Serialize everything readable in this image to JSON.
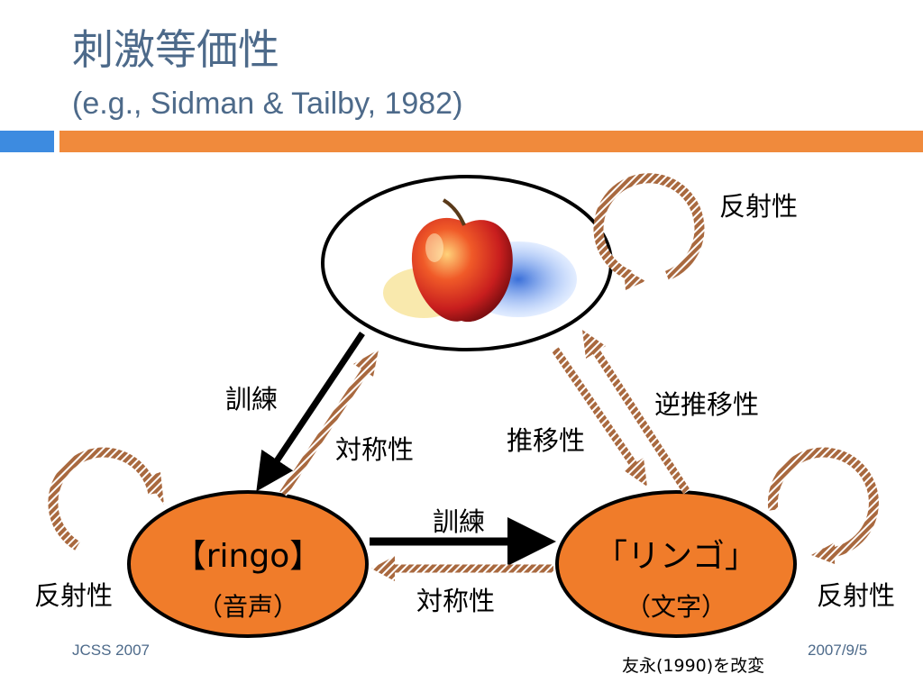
{
  "slide": {
    "title": "刺激等価性",
    "subtitle": "(e.g., Sidman & Tailby, 1982)"
  },
  "diagram": {
    "node_sound": {
      "main": "【ringo】",
      "sub": "（音声）"
    },
    "node_text": {
      "main": "「リンゴ」",
      "sub": "（文字）"
    },
    "labels": {
      "reflexive_top": "反射性",
      "reflexive_left": "反射性",
      "reflexive_right": "反射性",
      "training_left": "訓練",
      "symmetry_left": "対称性",
      "transitivity": "推移性",
      "inverse_transitivity": "逆推移性",
      "training_bottom": "訓練",
      "symmetry_bottom": "対称性"
    }
  },
  "footer": {
    "left": "JCSS 2007",
    "right": "2007/9/5",
    "credit": "友永(1990)を改変"
  },
  "colors": {
    "title": "#4d6a8a",
    "accent_blue": "#3d8be0",
    "accent_orange": "#f08a3c",
    "node_fill": "#f07c2a",
    "derived_arrow": "#a9693f"
  }
}
